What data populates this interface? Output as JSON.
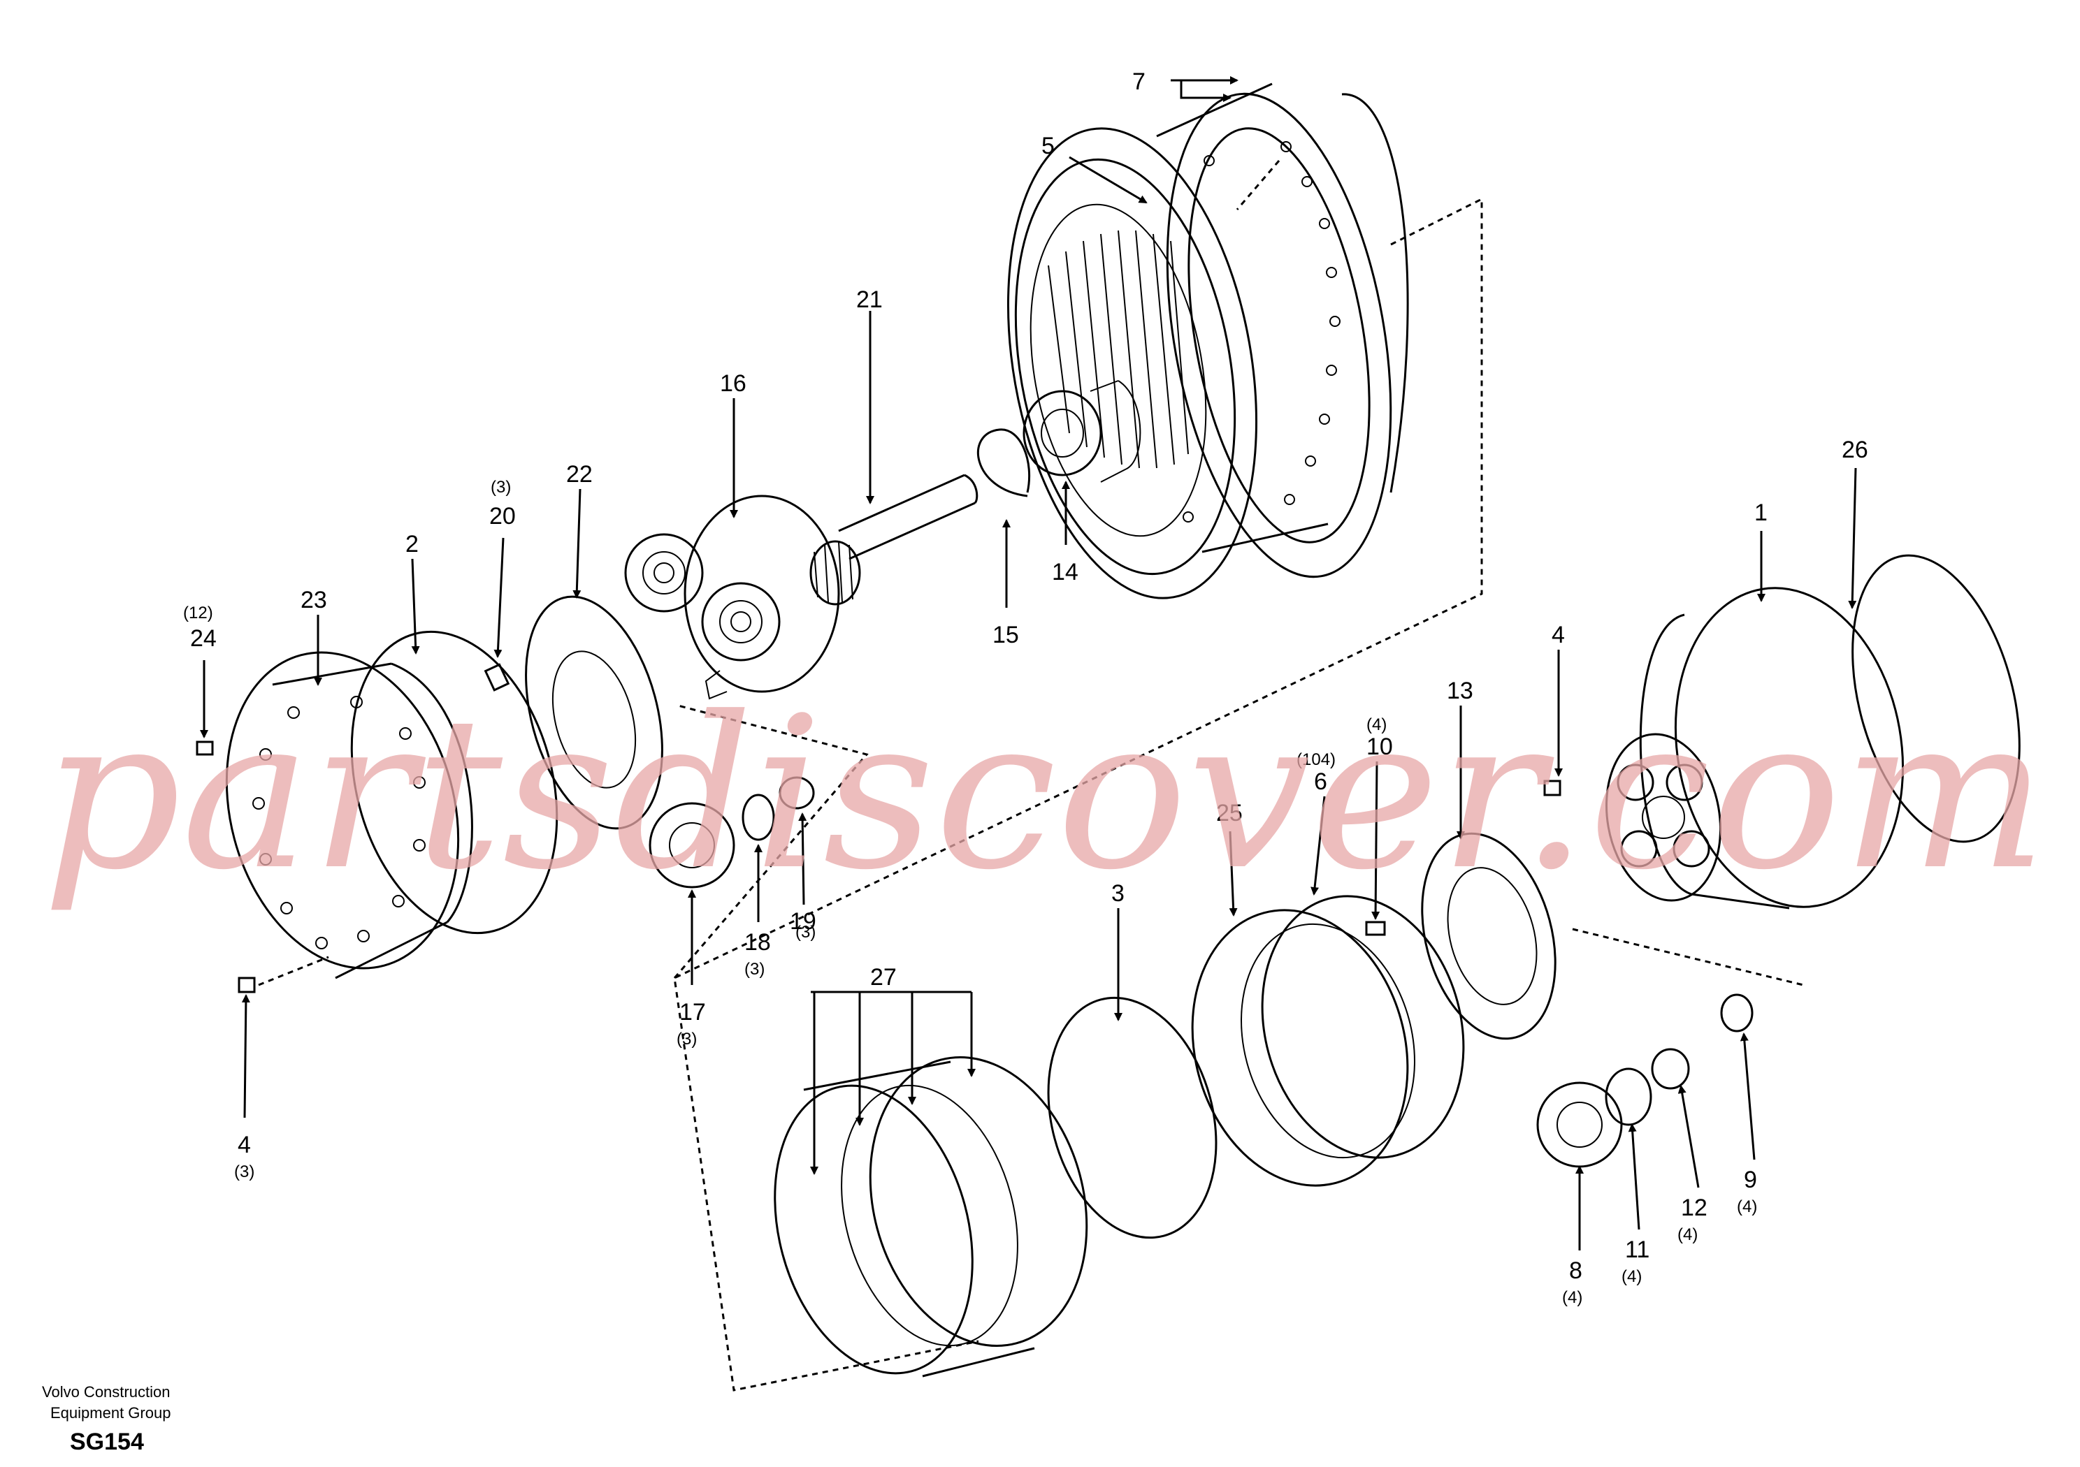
{
  "watermark": "partsdiscover.com",
  "footer": {
    "line1": "Volvo Construction",
    "line2": "Equipment Group",
    "code": "SG154"
  },
  "callouts": [
    {
      "id": "c1",
      "number": "1",
      "qty": ""
    },
    {
      "id": "c2",
      "number": "2",
      "qty": ""
    },
    {
      "id": "c3",
      "number": "3",
      "qty": ""
    },
    {
      "id": "c4a",
      "number": "4",
      "qty": ""
    },
    {
      "id": "c4b",
      "number": "4",
      "qty": "(3)"
    },
    {
      "id": "c5",
      "number": "5",
      "qty": ""
    },
    {
      "id": "c6",
      "number": "6",
      "qty": "(104)"
    },
    {
      "id": "c7",
      "number": "7",
      "qty": ""
    },
    {
      "id": "c8",
      "number": "8",
      "qty": "(4)"
    },
    {
      "id": "c9",
      "number": "9",
      "qty": "(4)"
    },
    {
      "id": "c10",
      "number": "10",
      "qty": "(4)"
    },
    {
      "id": "c11",
      "number": "11",
      "qty": "(4)"
    },
    {
      "id": "c12",
      "number": "12",
      "qty": "(4)"
    },
    {
      "id": "c13",
      "number": "13",
      "qty": ""
    },
    {
      "id": "c14",
      "number": "14",
      "qty": ""
    },
    {
      "id": "c15",
      "number": "15",
      "qty": ""
    },
    {
      "id": "c16",
      "number": "16",
      "qty": ""
    },
    {
      "id": "c17",
      "number": "17",
      "qty": "(3)"
    },
    {
      "id": "c18",
      "number": "18",
      "qty": "(3)"
    },
    {
      "id": "c19",
      "number": "19",
      "qty": "(3)"
    },
    {
      "id": "c20",
      "number": "20",
      "qty": "(3)"
    },
    {
      "id": "c21",
      "number": "21",
      "qty": ""
    },
    {
      "id": "c22",
      "number": "22",
      "qty": ""
    },
    {
      "id": "c23",
      "number": "23",
      "qty": ""
    },
    {
      "id": "c24",
      "number": "24",
      "qty": "(12)"
    },
    {
      "id": "c25",
      "number": "25",
      "qty": ""
    },
    {
      "id": "c26",
      "number": "26",
      "qty": ""
    },
    {
      "id": "c27",
      "number": "27",
      "qty": ""
    }
  ]
}
